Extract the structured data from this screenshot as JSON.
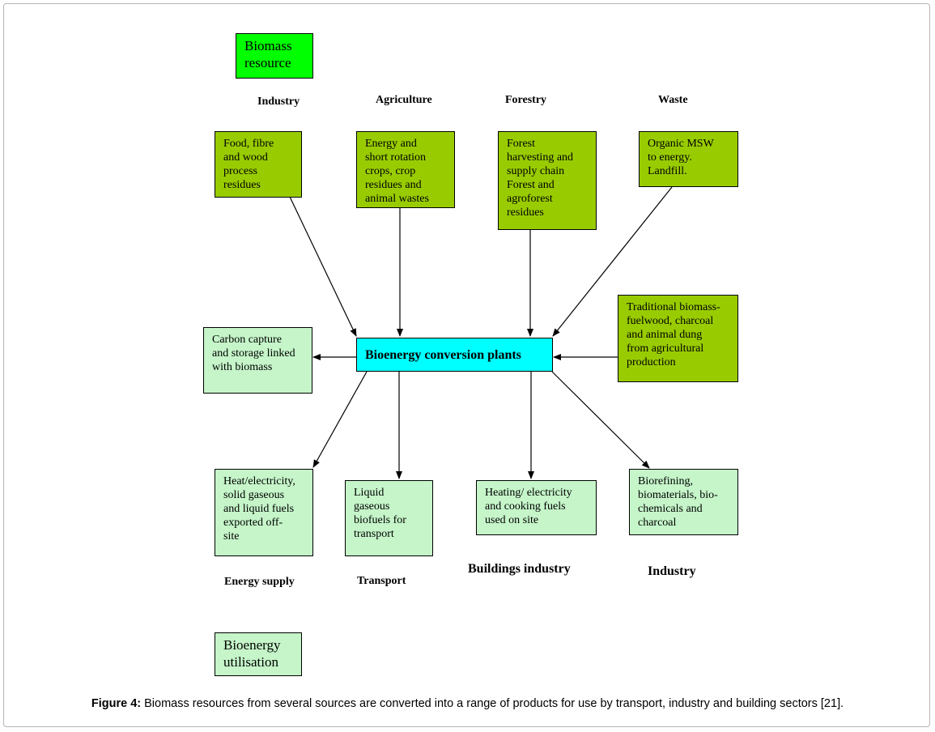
{
  "legend": {
    "resource": "Biomass\nresource",
    "utilisation": "Bioenergy\nutilisation"
  },
  "sources": {
    "industry_label": "Industry",
    "agriculture_label": "Agriculture",
    "forestry_label": "Forestry",
    "waste_label": "Waste",
    "industry_box": "Food, fibre\nand wood\nprocess\nresidues",
    "agriculture_box": "Energy and\nshort rotation\ncrops, crop\nresidues and\nanimal wastes",
    "forestry_box": "Forest\nharvesting and\nsupply chain\nForest and\nagroforest\nresidues",
    "waste_box": "Organic MSW\nto energy.\nLandfill.",
    "traditional_box": "Traditional biomass-\nfuelwood, charcoal\nand animal dung\nfrom agricultural\nproduction"
  },
  "center": {
    "label": "Bioenergy conversion plants"
  },
  "outputs": {
    "ccs_box": "Carbon capture\nand storage linked\nwith biomass",
    "energy_box": "Heat/electricity,\nsolid gaseous\nand liquid fuels\nexported off-\nsite",
    "transport_box": "Liquid\ngaseous\nbiofuels for\ntransport",
    "buildings_box": "Heating/ electricity\nand cooking fuels\nused on site",
    "industry_box": "Biorefining,\nbiomaterials, bio-\nchemicals and\ncharcoal",
    "energy_label": "Energy supply",
    "transport_label": "Transport",
    "buildings_label": "Buildings industry",
    "industry_label": "Industry"
  },
  "caption": {
    "prefix": "Figure 4:",
    "text": " Biomass resources from several sources are converted into a range of products for use by transport, industry and building sectors [21]."
  },
  "colors": {
    "resource_legend": "#00ff00",
    "source_box": "#99cc00",
    "output_box": "#c5f5c9",
    "center_box": "#00ffff"
  }
}
